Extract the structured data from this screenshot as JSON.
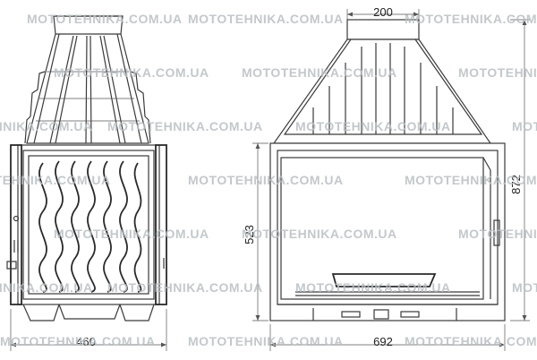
{
  "dimensions": {
    "front_width": "460",
    "side_width": "692",
    "flue_width": "200",
    "firebox_height": "523",
    "total_height": "872"
  },
  "watermark": "MOTOTEHNIKA.COM.UA"
}
